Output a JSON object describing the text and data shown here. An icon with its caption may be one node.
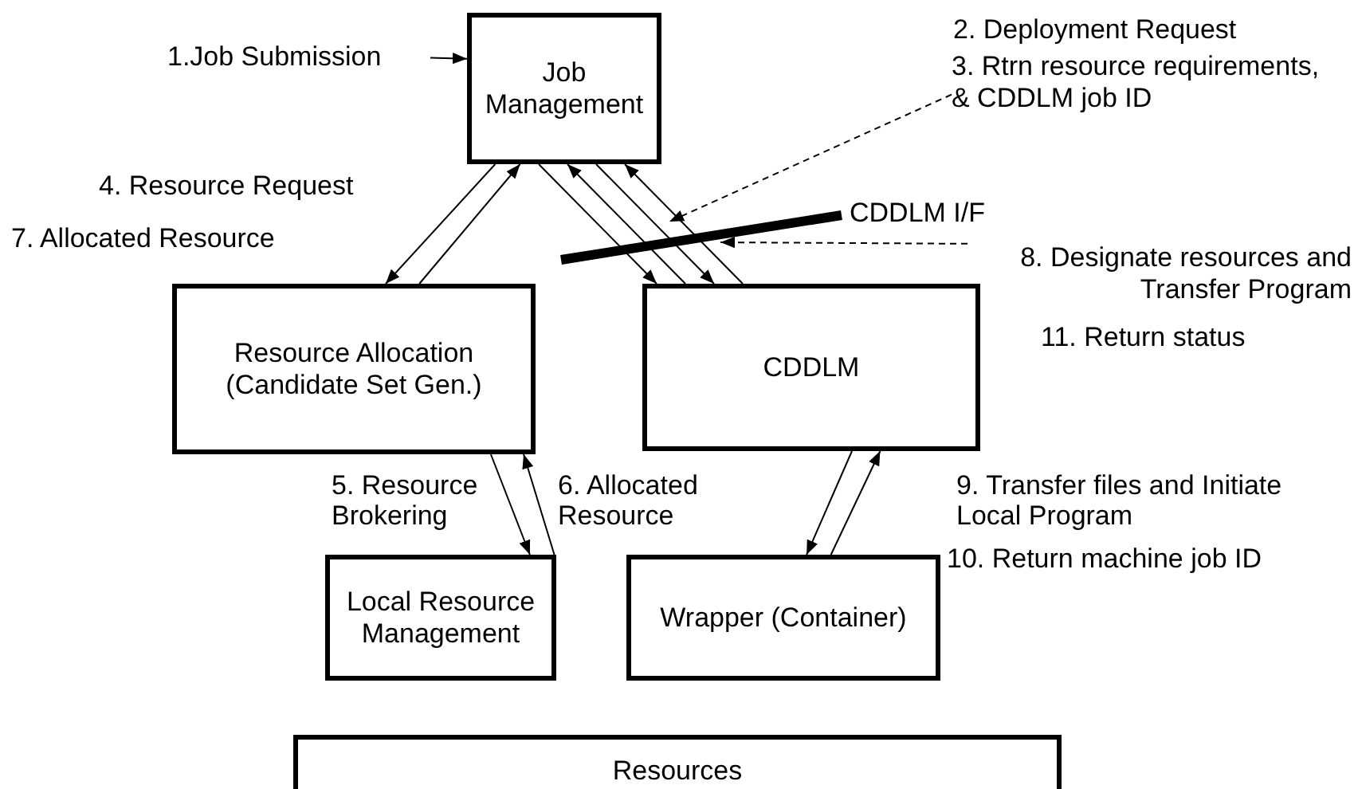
{
  "diagram": {
    "nodes": [
      {
        "text": [
          "Job Management"
        ]
      },
      {
        "text": [
          "Resource Allocation (Candidate Set Gen.)"
        ]
      },
      {
        "text": [
          "CDDLM"
        ]
      },
      {
        "text": [
          "Local Resource Management"
        ]
      },
      {
        "text": [
          "Wrapper (Container)"
        ]
      },
      {
        "text": [
          "Resources"
        ]
      },
      {
        "text": [
          "1.Job Submission"
        ]
      },
      {
        "text": [
          "3. Rtrn resource requirements, & CDDLM job ID"
        ]
      },
      {
        "text": [
          "8. Designate resources and Transfer Program"
        ]
      }
    ],
    "edges": [
      {
        "from": 6,
        "to": 0,
        "arrow": "to"
      },
      {
        "from": 1,
        "to": 0,
        "arrow": "to"
      },
      {
        "from": 0,
        "to": 1,
        "arrow": "to"
      },
      {
        "from": 0,
        "to": 2,
        "arrow": "to"
      },
      {
        "from": 2,
        "to": 0,
        "arrow": "to"
      },
      {
        "from": 0,
        "to": 2,
        "arrow": "to"
      },
      {
        "from": 2,
        "to": 0,
        "arrow": "to"
      },
      {
        "from": 7,
        "to": null,
        "arrow": "to",
        "style": "dashed"
      },
      {
        "from": 8,
        "to": null,
        "arrow": "to",
        "style": "dashed"
      },
      {
        "from": 1,
        "to": 3,
        "arrow": "to"
      },
      {
        "from": 3,
        "to": 1,
        "arrow": "to"
      },
      {
        "from": 2,
        "to": 4,
        "arrow": "to"
      },
      {
        "from": 4,
        "to": 2,
        "arrow": "to"
      }
    ],
    "labels": [
      "2. Deployment Request",
      "4. Resource Request",
      "7. Allocated Resource",
      "CDDLM I/F",
      "11. Return status",
      "5. Resource Brokering",
      "6. Allocated Resource",
      "9. Transfer files and Initiate Local Program",
      "10. Return machine job ID"
    ]
  }
}
